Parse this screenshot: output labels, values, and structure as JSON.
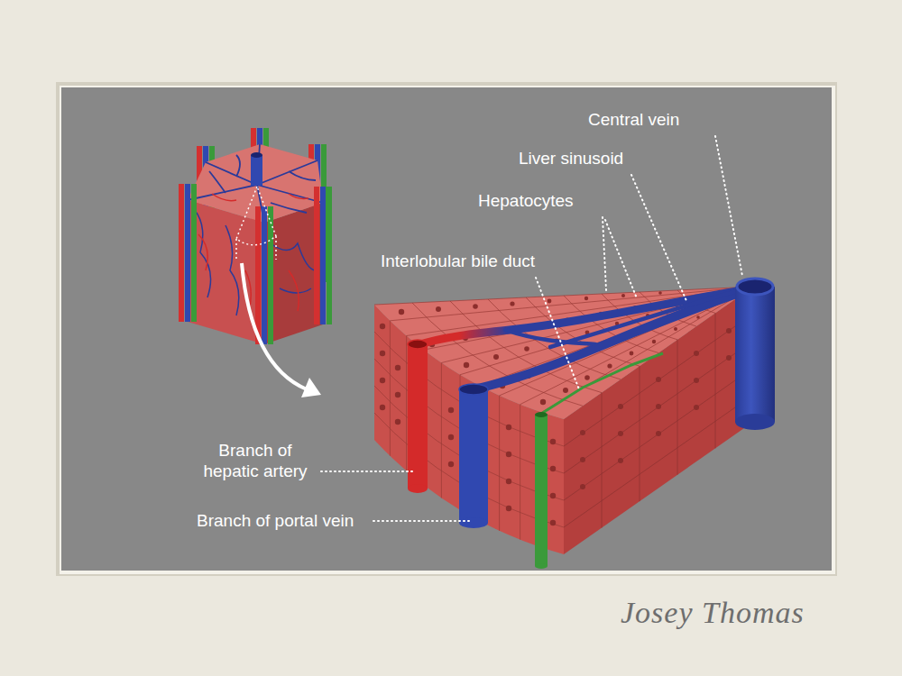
{
  "diagram": {
    "labels": [
      "Central vein",
      "Liver sinusoid",
      "Hepatocytes",
      "Interlobular bile duct",
      "Branch of hepatic artery",
      "Branch of portal vein",
      "Josey Thomas"
    ]
  }
}
